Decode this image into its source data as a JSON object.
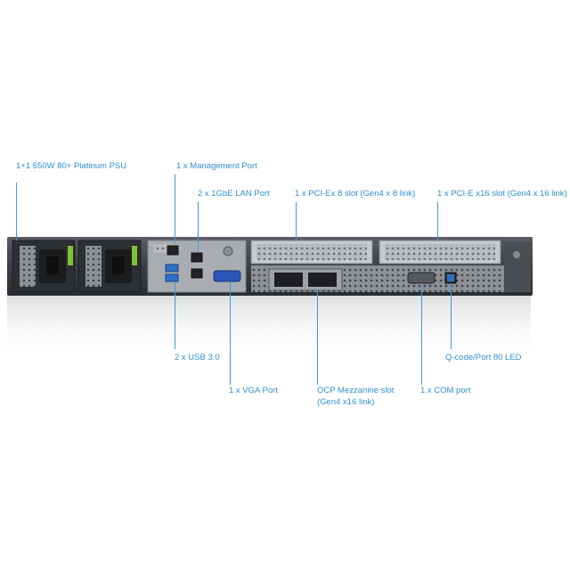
{
  "labels": {
    "psu": "1+1 650W 80+ Platinum PSU",
    "mgmt": "1 x Management Port",
    "lan": "2 x 1GbE LAN Port",
    "pci8": "1 x PCI-Ex 8 slot (Gen4 x 8 link)",
    "pci16": "1 x PCI-E x16 slot (Gen4 x 16 link)",
    "usb": "2 x USB 3.0",
    "vga": "1 x VGA Port",
    "ocp_line1": "OCP Mezzanine slot",
    "ocp_line2": "(Gen4 x16 link)",
    "com": "1 x COM port",
    "qcode": "Q-code/Port 80 LED"
  },
  "colors": {
    "label": "#2f8fd6",
    "leader": "#3a9be0",
    "chassis": "#3a3d42",
    "psu_latch": "#7fc23a",
    "usb_blue": "#2f6fc7",
    "vga_blue": "#2c56b8"
  }
}
